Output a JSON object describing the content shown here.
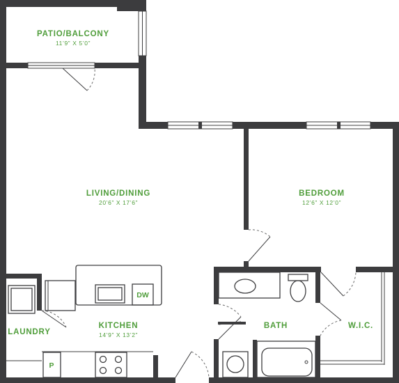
{
  "colors": {
    "wall": "#3c3c3e",
    "label_green": "#4f9d3a",
    "background": "#ffffff"
  },
  "rooms": {
    "patio": {
      "name": "PATIO/BALCONY",
      "dims": "11’9” X 5’0”"
    },
    "living": {
      "name": "LIVING/DINING",
      "dims": "20’6” X 17’6”"
    },
    "bedroom": {
      "name": "BEDROOM",
      "dims": "12’6” X 12’0”"
    },
    "kitchen": {
      "name": "KITCHEN",
      "dims": "14’9” X 13’2”"
    },
    "laundry": {
      "name": "LAUNDRY"
    },
    "bath": {
      "name": "BATH"
    },
    "wic": {
      "name": "W.I.C."
    }
  },
  "appliances": {
    "dishwasher": "DW",
    "pantry": "P"
  }
}
